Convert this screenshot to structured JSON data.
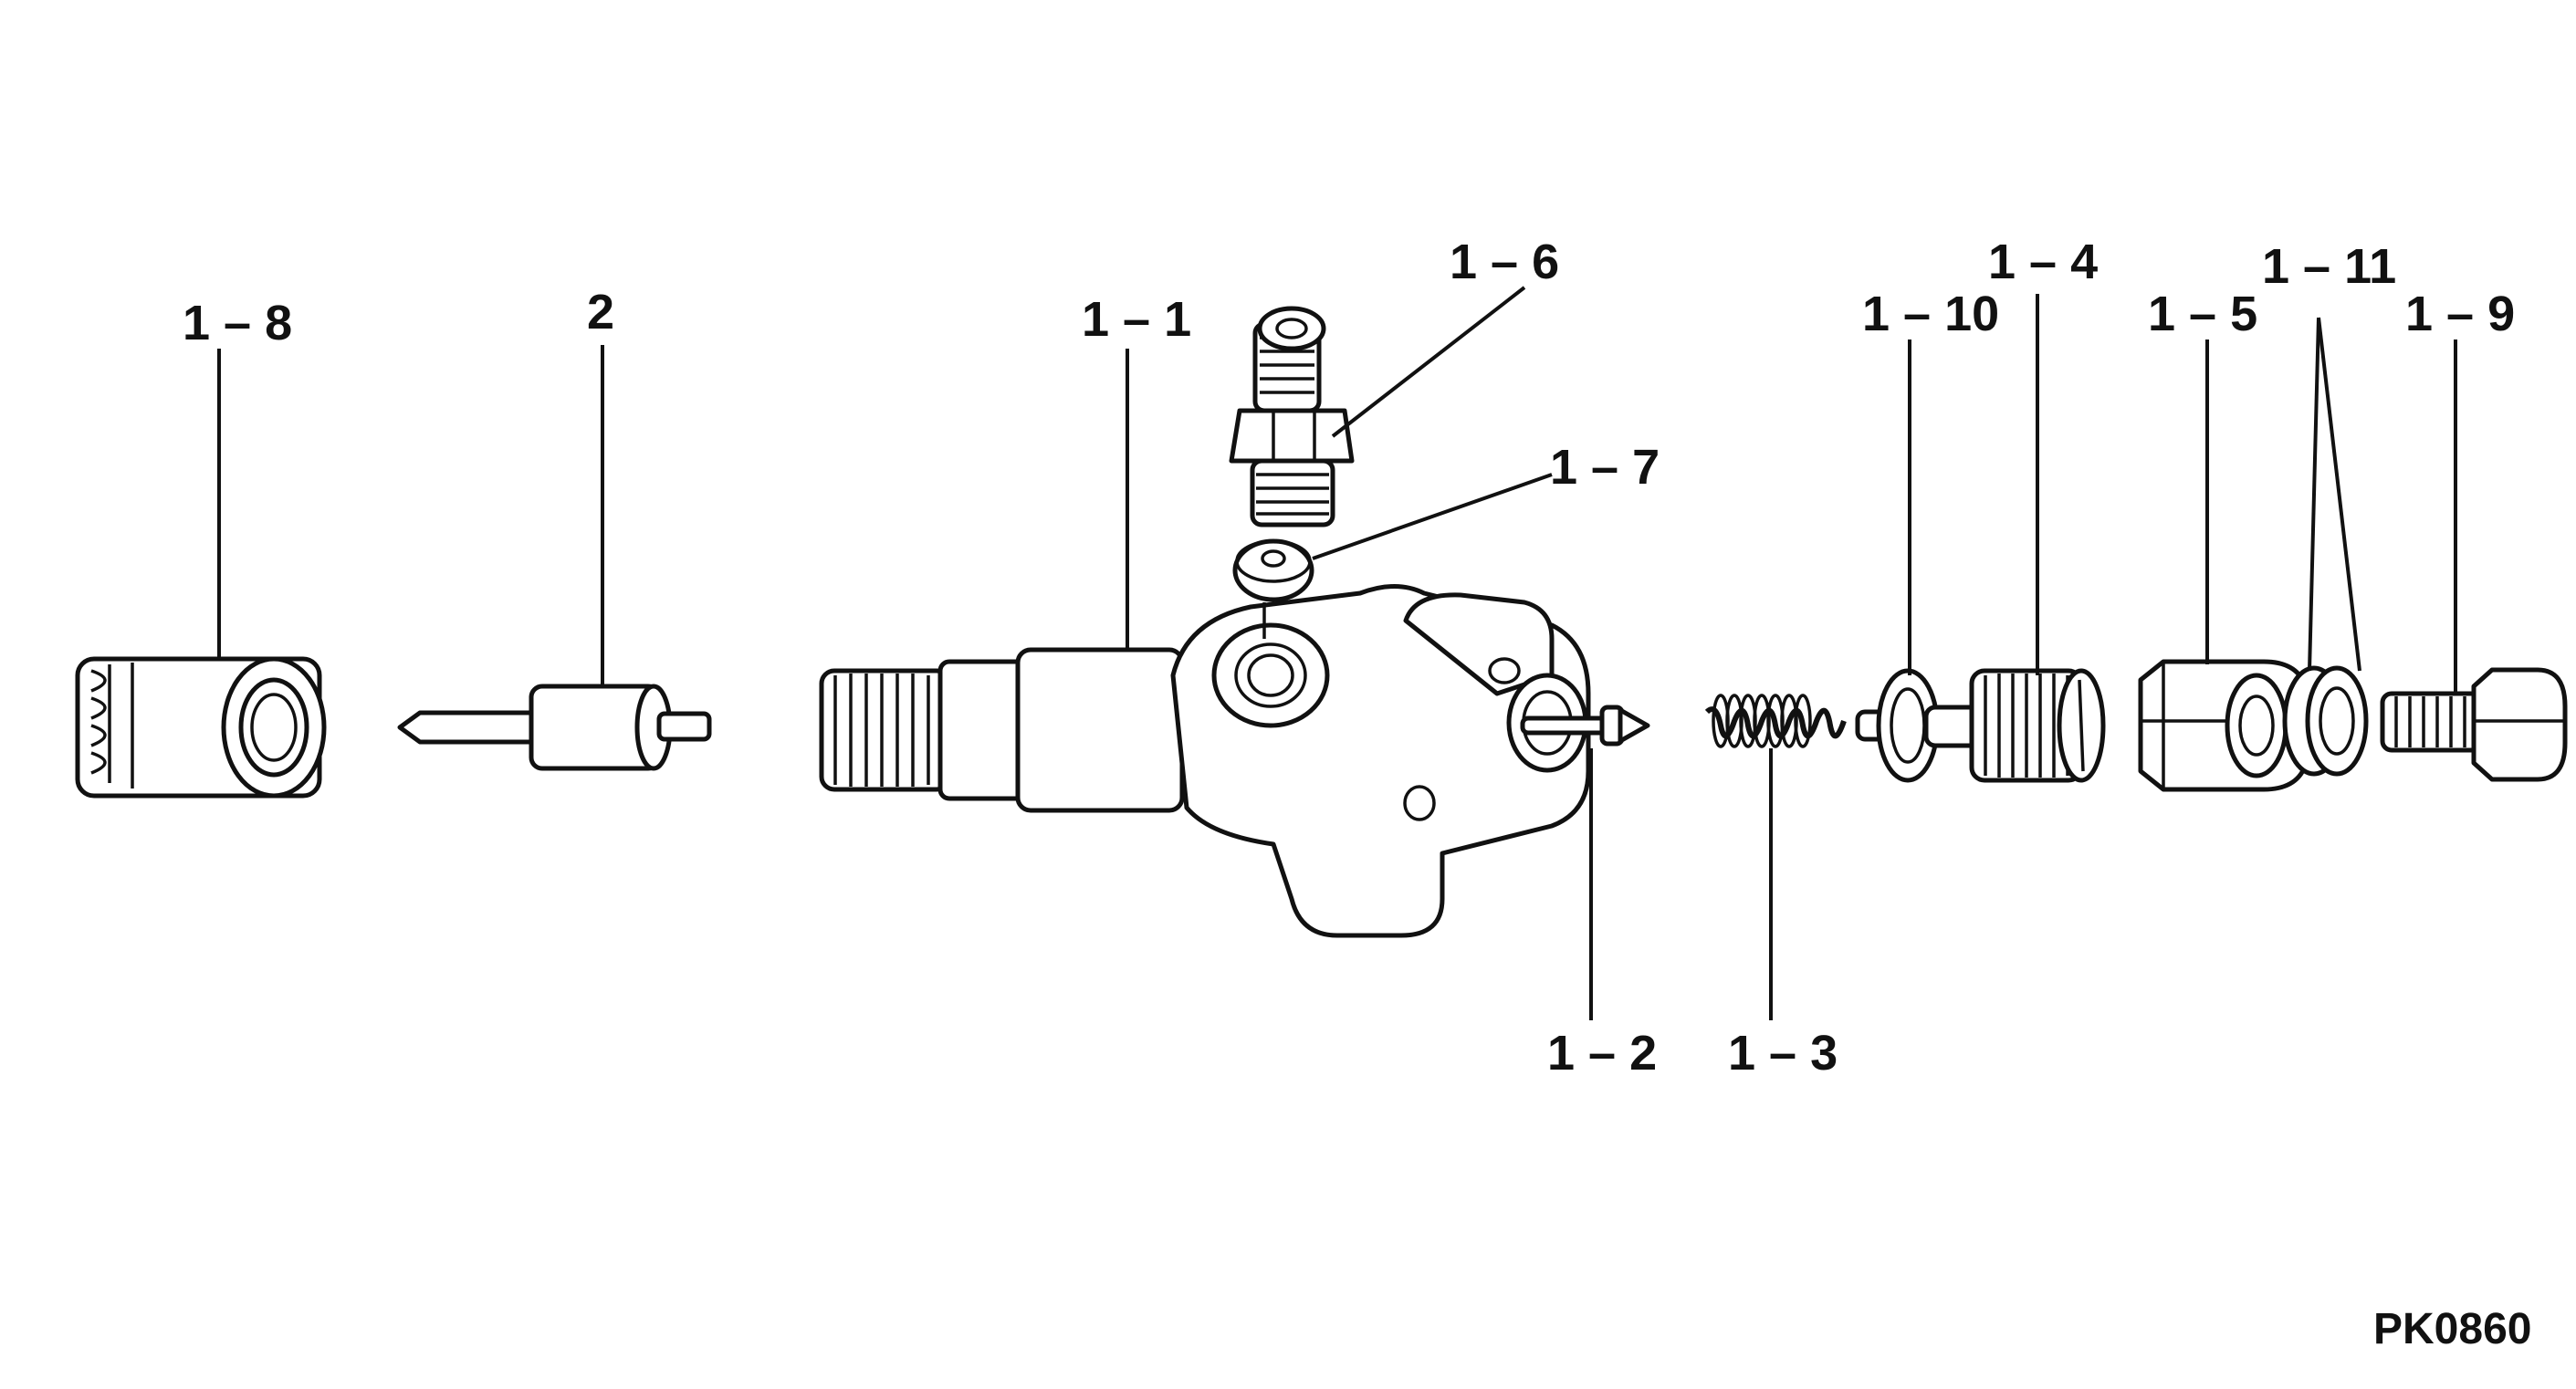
{
  "diagram": {
    "code": "PK0860",
    "labels": {
      "l_1_8": "1 – 8",
      "l_2": "2",
      "l_1_1": "1 – 1",
      "l_1_6": "1 – 6",
      "l_1_7": "1 – 7",
      "l_1_2": "1 – 2",
      "l_1_3": "1 – 3",
      "l_1_10": "1 – 10",
      "l_1_4": "1 – 4",
      "l_1_5": "1 – 5",
      "l_1_11": "1 – 11",
      "l_1_9": "1 – 9"
    }
  }
}
